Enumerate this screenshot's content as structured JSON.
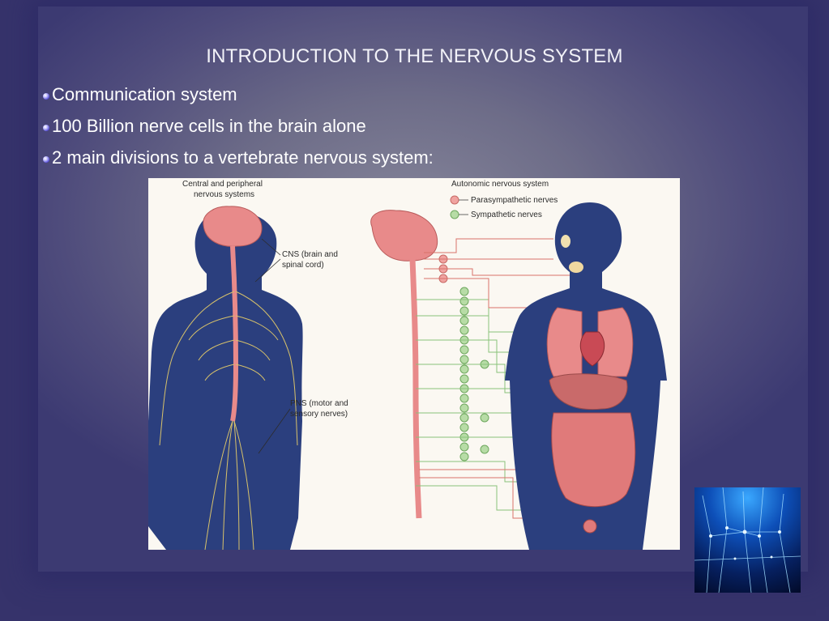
{
  "slide": {
    "title": "INTRODUCTION TO THE NERVOUS SYSTEM",
    "bullets": [
      "Communication system",
      "100 Billion nerve cells in the brain alone",
      "2 main divisions to a vertebrate nervous system:"
    ]
  },
  "diagram": {
    "left_caption_line1": "Central and peripheral",
    "left_caption_line2": "nervous systems",
    "cns_label_line1": "CNS (brain and",
    "cns_label_line2": "spinal cord)",
    "pns_label_line1": "PNS (motor and",
    "pns_label_line2": "sensory nerves)",
    "right_caption": "Autonomic nervous system",
    "legend_parasympathetic": "Parasympathetic nerves",
    "legend_sympathetic": "Sympathetic nerves"
  },
  "colors": {
    "background": "#36336b",
    "body_silhouette": "#2b3f7e",
    "brain": "#e88a8a",
    "parasympathetic": "#d9726a",
    "sympathetic": "#8ac27a"
  },
  "icons": {
    "bullet": "bullet-orb-icon",
    "thumbnail": "neuron-network-image"
  }
}
